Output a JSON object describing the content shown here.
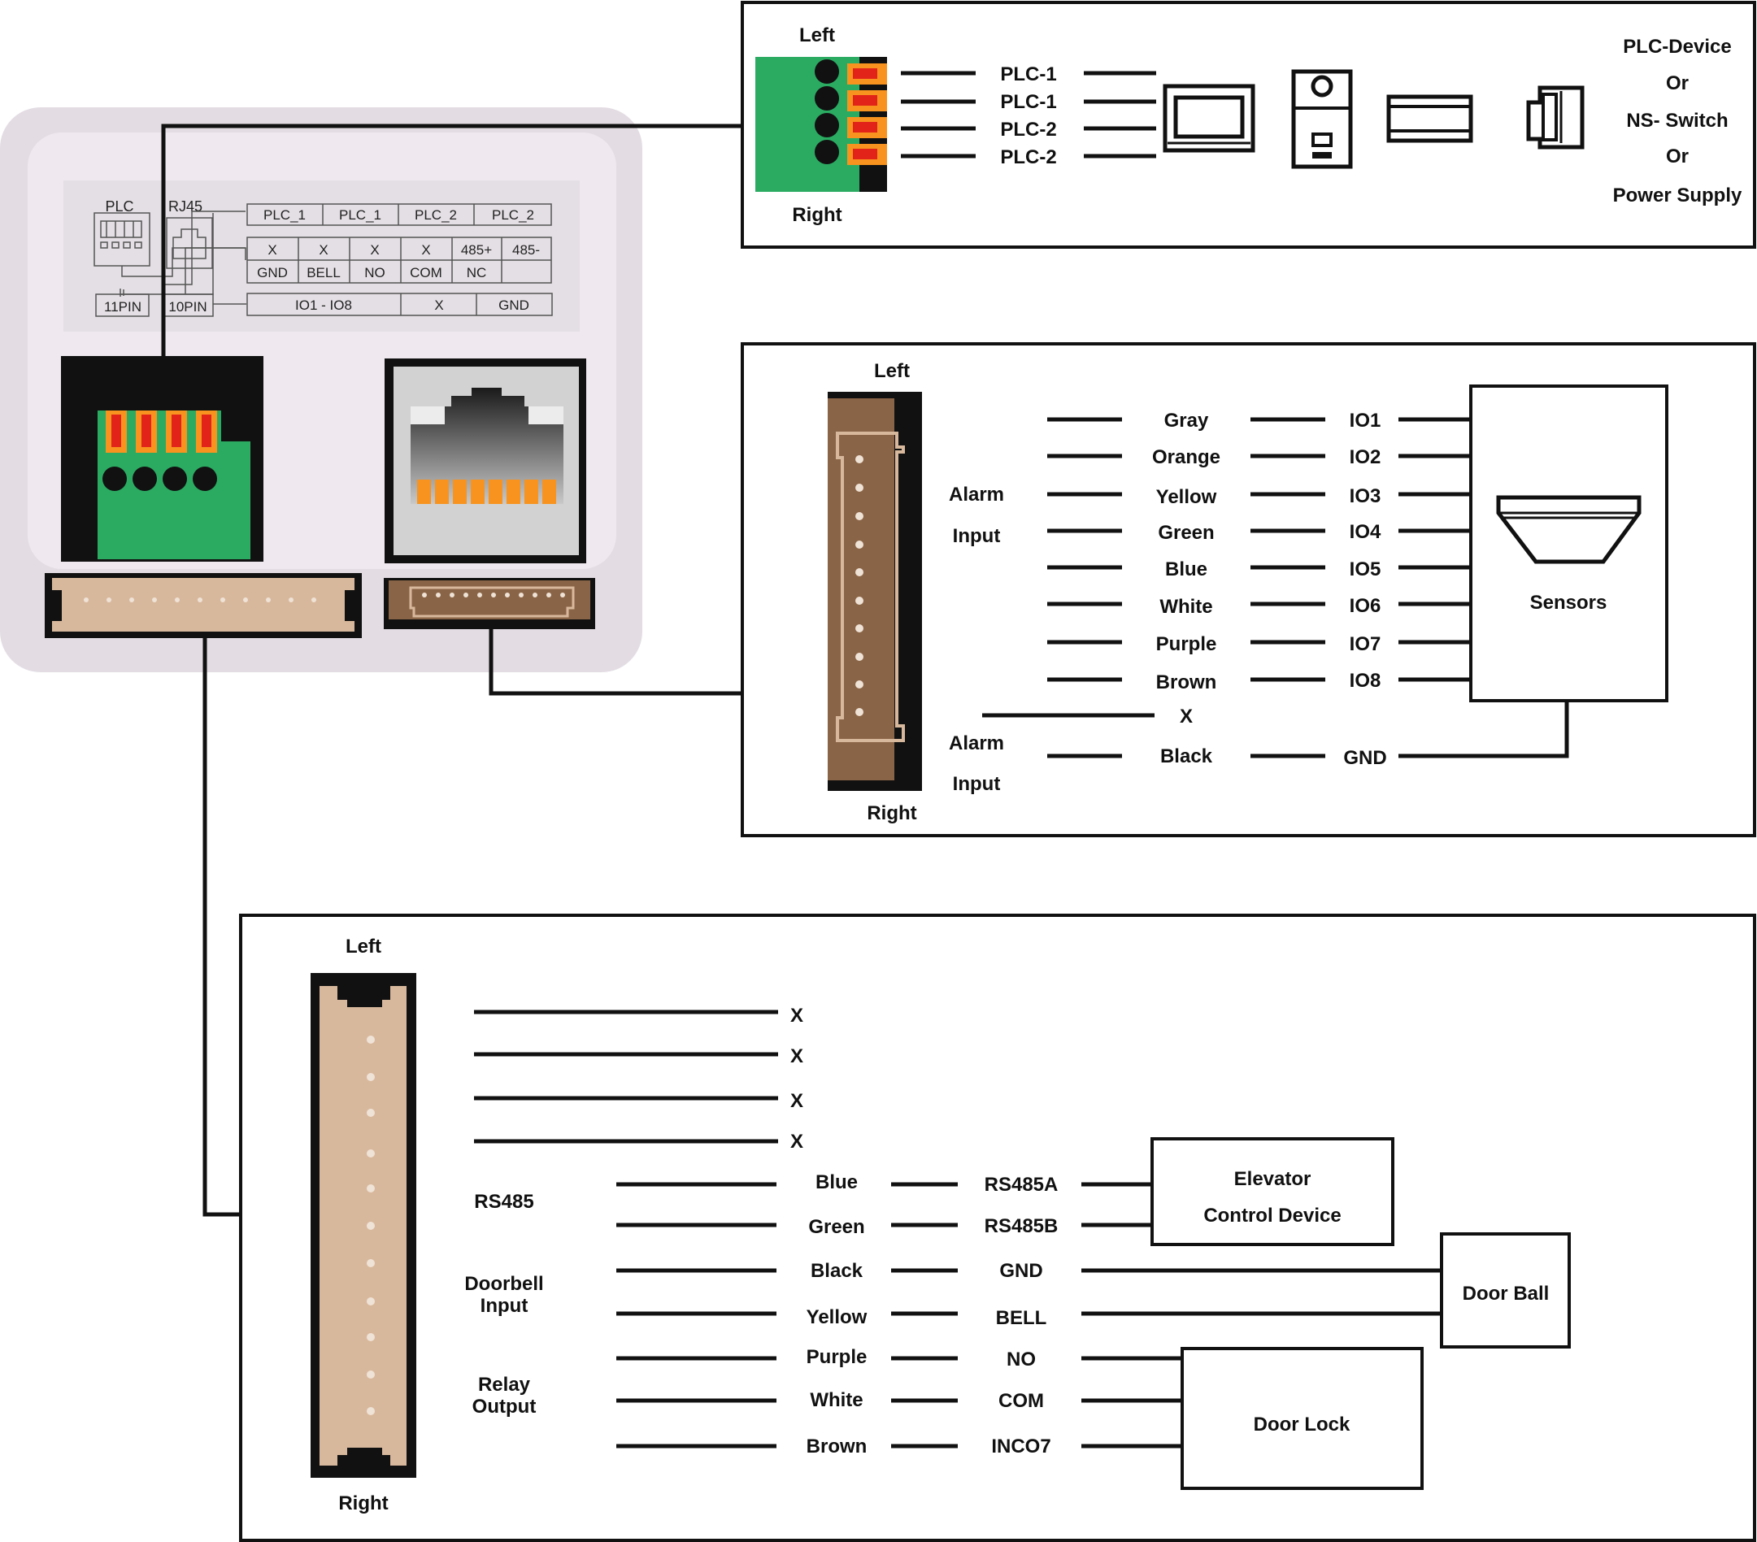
{
  "colors": {
    "background": "#ffffff",
    "device_panel": "#e3dde3",
    "device_inner": "#efe9ef",
    "terminal_green": "#2bab62",
    "terminal_orange": "#f7931e",
    "terminal_red": "#e2231a",
    "connector_tan": "#d8b89c",
    "connector_brown": "#8a6446",
    "wire": "#111111"
  },
  "device": {
    "label_plc": "PLC",
    "label_rj45": "RJ45",
    "label_11pin": "11PIN",
    "label_10pin": "10PIN",
    "table_row1": [
      "PLC_1",
      "PLC_1",
      "PLC_2",
      "PLC_2"
    ],
    "table_row2": [
      "X",
      "X",
      "X",
      "X",
      "485+",
      "485-"
    ],
    "table_row3": [
      "GND",
      "BELL",
      "NO",
      "COM",
      "NC",
      ""
    ],
    "table_row4": [
      "IO1 - IO8",
      "X",
      "GND"
    ]
  },
  "plc_panel": {
    "left_label": "Left",
    "right_label": "Right",
    "pins": [
      "PLC-1",
      "PLC-1",
      "PLC-2",
      "PLC-2"
    ],
    "device_icons": [
      "monitor-icon",
      "door-station-icon",
      "switch-icon",
      "power-supply-icon"
    ],
    "device_text": [
      "PLC-Device",
      "Or",
      "NS- Switch",
      "Or",
      "Power Supply"
    ]
  },
  "sensor_panel": {
    "left_label": "Left",
    "right_label": "Right",
    "group_top": [
      "Alarm",
      "Input"
    ],
    "group_bottom": [
      "Alarm",
      "Input"
    ],
    "wires": [
      {
        "color": "Gray",
        "signal": "IO1"
      },
      {
        "color": "Orange",
        "signal": "IO2"
      },
      {
        "color": "Yellow",
        "signal": "IO3"
      },
      {
        "color": "Green",
        "signal": "IO4"
      },
      {
        "color": "Blue",
        "signal": "IO5"
      },
      {
        "color": "White",
        "signal": "IO6"
      },
      {
        "color": "Purple",
        "signal": "IO7"
      },
      {
        "color": "Brown",
        "signal": "IO8"
      }
    ],
    "unused": "X",
    "ground": {
      "color": "Black",
      "signal": "GND"
    },
    "target": "Sensors"
  },
  "bottom_panel": {
    "left_label": "Left",
    "right_label": "Right",
    "unused": [
      "X",
      "X",
      "X",
      "X"
    ],
    "group_rs485": "RS485",
    "group_doorbell": [
      "Doorbell",
      "Input"
    ],
    "group_relay": [
      "Relay",
      "Output"
    ],
    "wires": [
      {
        "color": "Blue",
        "signal": "RS485A"
      },
      {
        "color": "Green",
        "signal": "RS485B"
      },
      {
        "color": "Black",
        "signal": "GND"
      },
      {
        "color": "Yellow",
        "signal": "BELL"
      },
      {
        "color": "Purple",
        "signal": "NO"
      },
      {
        "color": "White",
        "signal": "COM"
      },
      {
        "color": "Brown",
        "signal": "INCO7"
      }
    ],
    "elevator": [
      "Elevator",
      "Control Device"
    ],
    "door_bell": "Door Ball",
    "door_lock": "Door Lock"
  }
}
